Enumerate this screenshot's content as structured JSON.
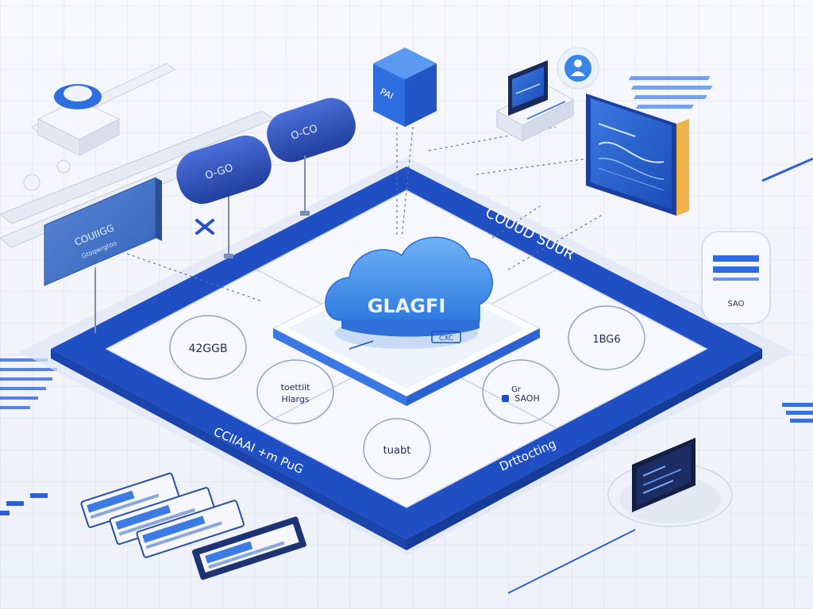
{
  "colors": {
    "primary_blue": "#1f4fc2",
    "cloud_blue": "#3f8de8",
    "light_panel": "#f6f8fd",
    "text_dark": "#1e2a5a"
  },
  "cloud": {
    "label": "GLAGFI",
    "badge": "CXC"
  },
  "platform": {
    "title_right": "COUUD SUUR",
    "edge_left": "CCIIAAI +m PuG",
    "edge_right": "Drttocting"
  },
  "zones": {
    "storage": "42GGB",
    "network_line1": "toettiit",
    "network_line2": "Hlargs",
    "compute": "1BG6",
    "status": "SAOH",
    "status_prefix": "Gr",
    "bottom": "tuabt"
  },
  "pods": {
    "left": "O-GO",
    "right": "O-CO"
  },
  "signboard": {
    "line1": "COUIIGG",
    "line2": "Gtoqwrgtoo"
  },
  "cube": {
    "label": "PAI"
  },
  "side_badge": {
    "text": "SAO"
  },
  "icons": [
    "cloud-icon",
    "user-icon",
    "gear-icon",
    "x-mark-icon",
    "server-icon",
    "monitor-icon",
    "chart-icon"
  ]
}
